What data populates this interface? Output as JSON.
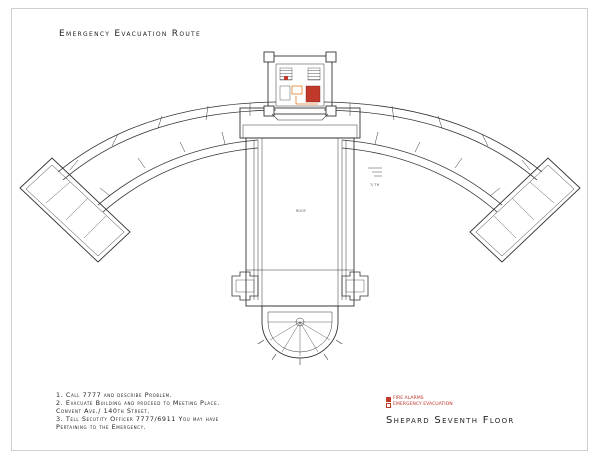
{
  "title": "Emergency Evacuation Route",
  "floor_name": "Shepard Seventh Floor",
  "instructions": [
    "1. Call 7777 and describe Problem.",
    "2. Evacuate Building and proceed to Meeting Place.",
    "Convent Ave./ 140th Street.",
    "3. Tell Secutity Officer 7777/6911 You may have",
    "Pertaining to the Emergency."
  ],
  "legend": {
    "fire_alarm": "FIRE ALARMS",
    "evacuation": "EMERGENCY EVACUATION"
  },
  "plan_labels": {
    "nave_label": "ROOF",
    "side_note": "7/ TH"
  },
  "colors": {
    "evacuation_red": "#c0392b",
    "route_orange": "#e67e22",
    "line": "#333333"
  }
}
